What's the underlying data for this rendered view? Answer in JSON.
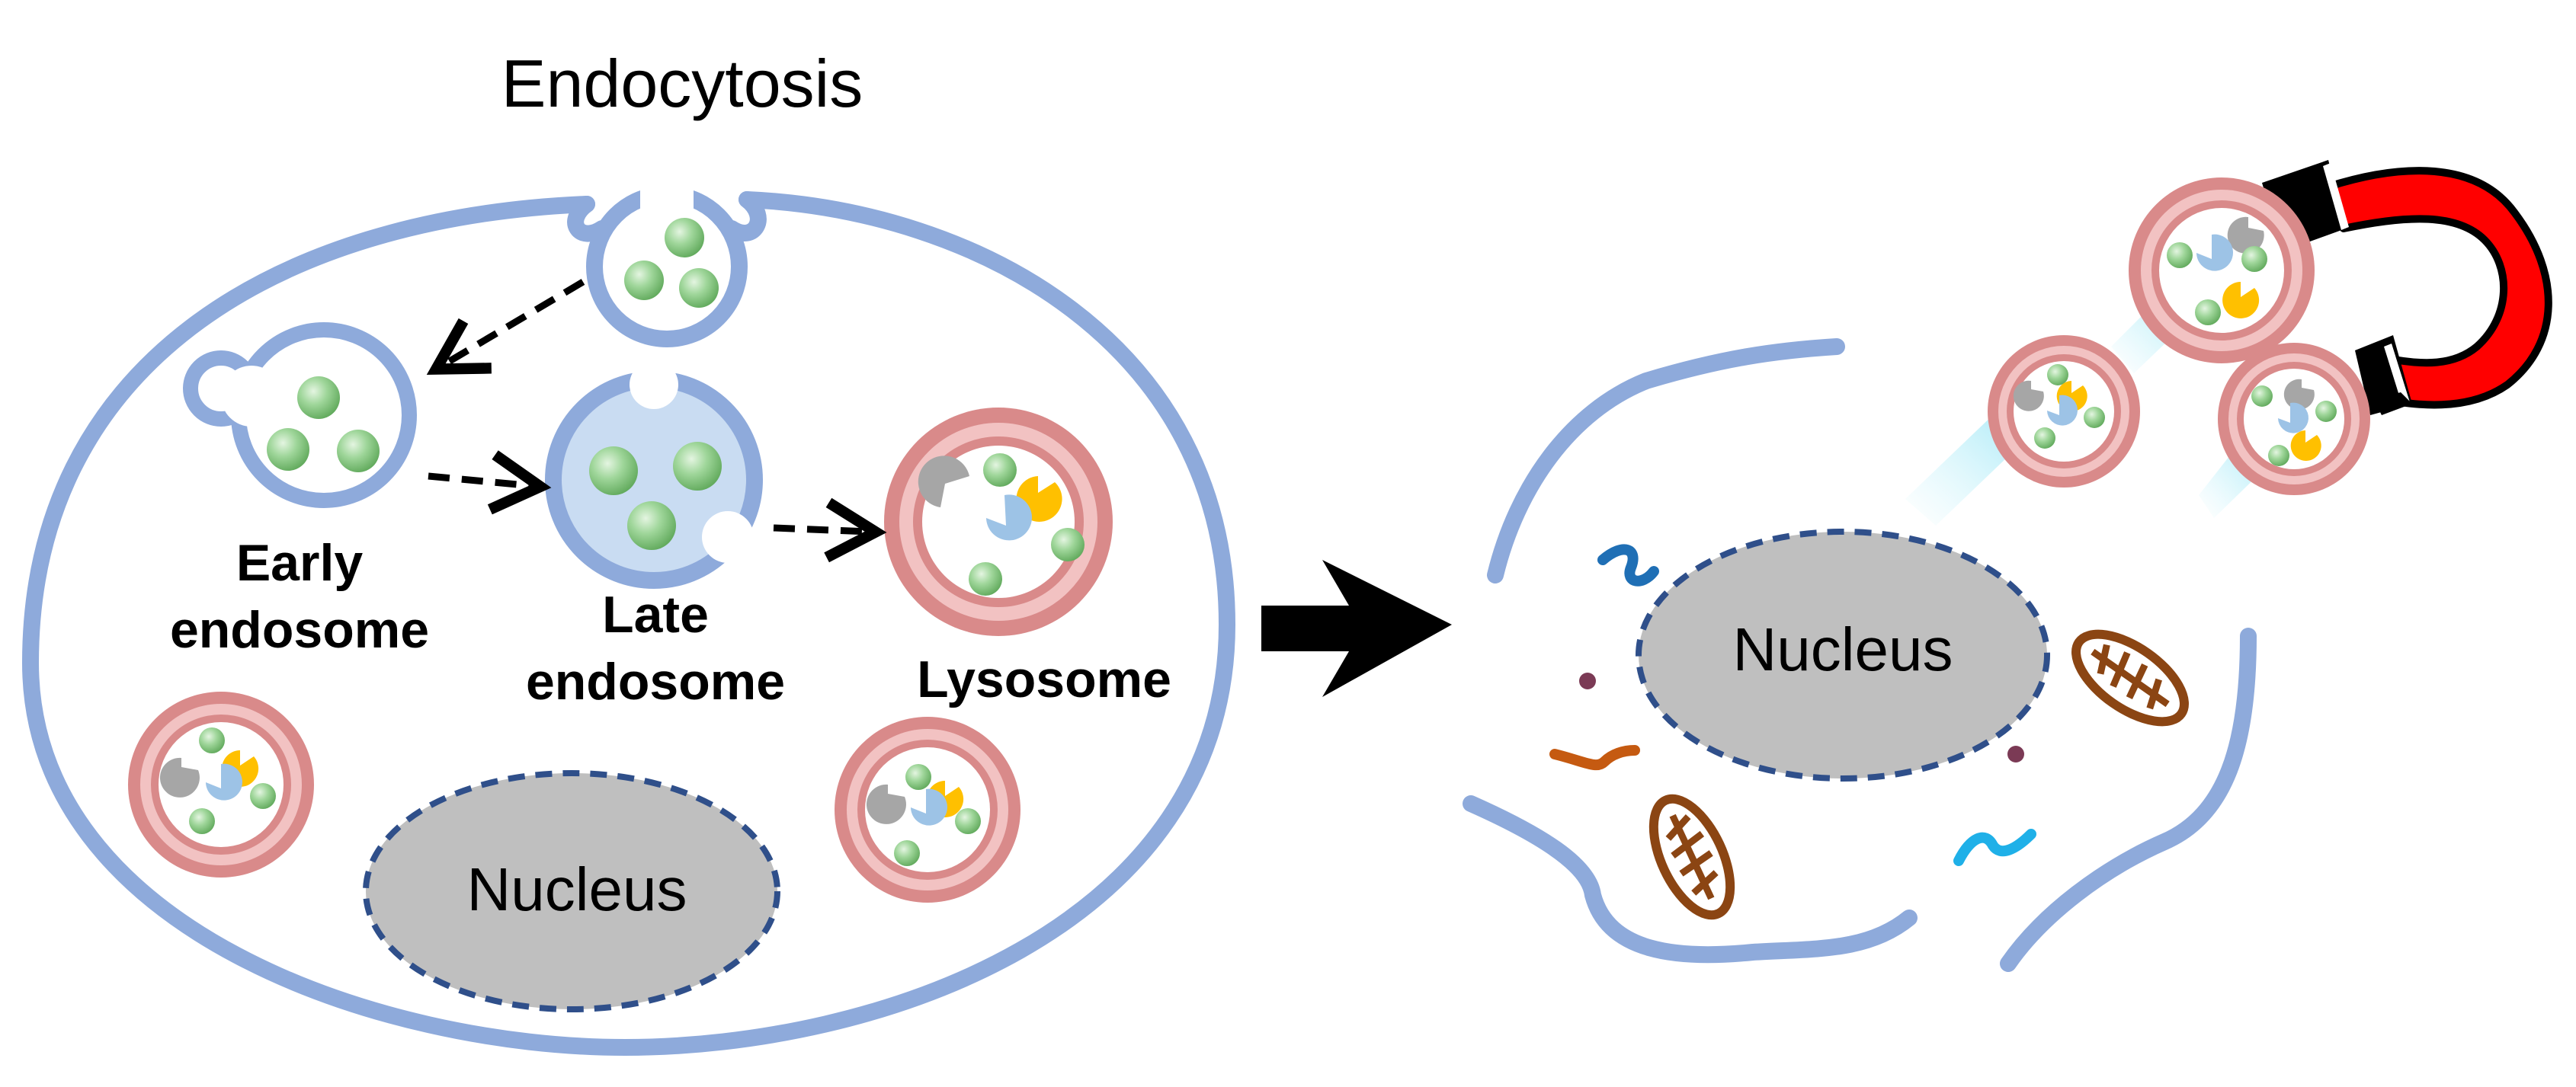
{
  "labels": {
    "endocytosis": "Endocytosis",
    "early_endosome_line1": "Early",
    "early_endosome_line2": "endosome",
    "late_endosome_line1": "Late",
    "late_endosome_line2": "endosome",
    "lysosome": "Lysosome",
    "nucleus_left": "Nucleus",
    "nucleus_right": "Nucleus"
  },
  "colors": {
    "membrane": "#8eaadb",
    "endosome_fill_light": "#c9dcf2",
    "particle_green": "#8fcf8a",
    "lysosome_outer": "#d98a8a",
    "lysosome_inner": "#f2c2c2",
    "nucleus_fill": "#bfbfbf",
    "nucleus_border": "#2f4f8a",
    "magnet_red": "#ff0000",
    "magnet_black": "#000000",
    "enzyme_gray": "#a6a6a6",
    "enzyme_blue": "#9dc3e6",
    "enzyme_yellow": "#ffc000",
    "mitochondria_brown": "#8b4513",
    "debris_blue": "#1f6fb5",
    "debris_orange": "#c55a11",
    "debris_cyan": "#1fb0e8",
    "debris_dot": "#7b3a55",
    "arrow_black": "#000000"
  },
  "icons": {
    "magnet": "magnet-icon",
    "big_arrow": "arrow-right-icon",
    "mitochondria": "mitochondria-icon"
  }
}
